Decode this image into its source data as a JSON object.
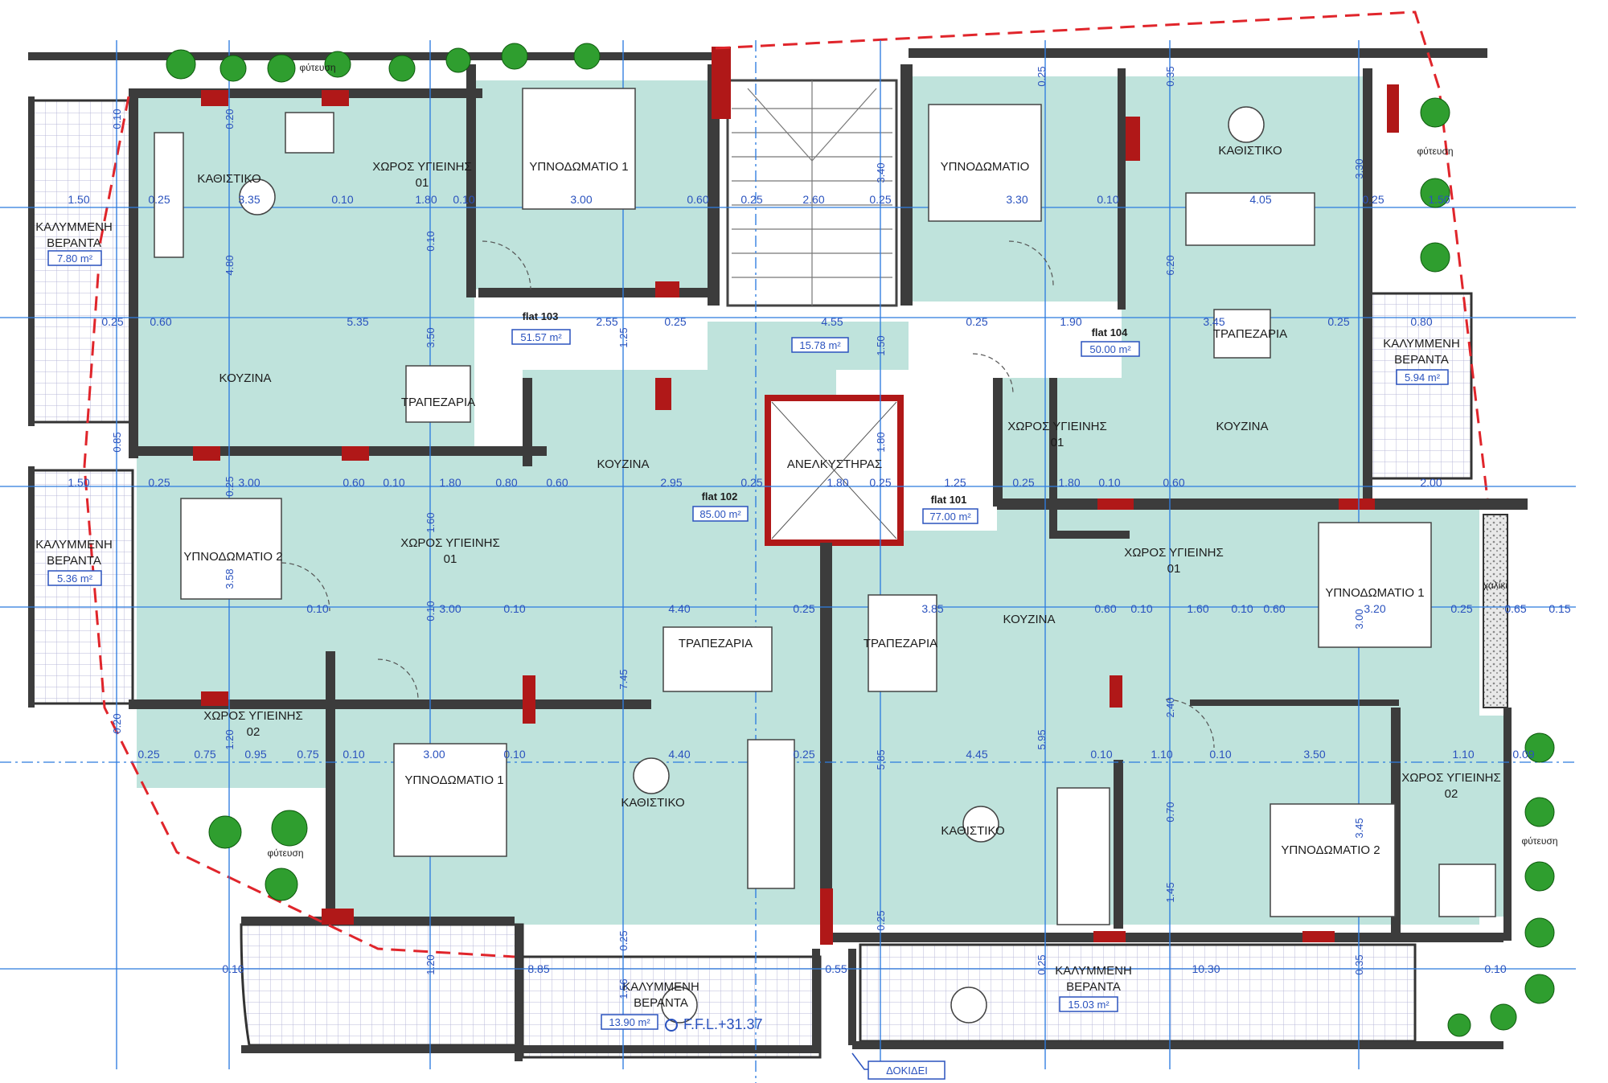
{
  "colors": {
    "room_fill": "#bfe3dc",
    "wall": "#3c3c3c",
    "grid_line": "#2f7de0",
    "boundary": "#e0252b",
    "column": "#b01818",
    "dimension_text": "#2a52be",
    "planting": "#2f9e2f"
  },
  "flats": [
    {
      "label": "flat 103",
      "area": "51.57 m²"
    },
    {
      "label": "flat 104",
      "area": "50.00 m²"
    },
    {
      "label": "flat 102",
      "area": "85.00 m²"
    },
    {
      "label": "flat 101",
      "area": "77.00 m²"
    }
  ],
  "rooms": {
    "living_tl": "ΚΑΘΙΣΤΙΚΟ",
    "bath_tl": "ΧΩΡΟΣ ΥΓΙΕΙΝΗΣ",
    "bath_tl_num": "01",
    "bed_tl": "ΥΠΝΟΔΩΜΑΤΙΟ 1",
    "bed_tc": "ΥΠΝΟΔΩΜΑΤΙΟ",
    "living_tr": "ΚΑΘΙΣΤΙΚΟ",
    "kitchen_tl": "ΚΟΥΖΙΝΑ",
    "dining_tl": "ΤΡΑΠΕΖΑΡΙΑ",
    "dining_tr": "ΤΡΑΠΕΖΑΡΙΑ",
    "kitchen_tr": "ΚΟΥΖΙΝΑ",
    "bath_cr": "ΧΩΡΟΣ ΥΓΙΕΙΝΗΣ",
    "bath_cr_num": "01",
    "kitchen_c": "ΚΟΥΖΙΝΑ",
    "elevator": "ΑΝΕΛΚΥΣΤΗΡΑΣ",
    "bed2_l": "ΥΠΝΟΔΩΜΑΤΙΟ 2",
    "bath_cl": "ΧΩΡΟΣ ΥΓΙΕΙΝΗΣ",
    "bath_cl_num": "01",
    "bath_cr2": "ΧΩΡΟΣ ΥΓΙΕΙΝΗΣ",
    "bath_cr2_num": "01",
    "bed1_r": "ΥΠΝΟΔΩΜΑΤΙΟ 1",
    "kitchen_cr": "ΚΟΥΖΙΝΑ",
    "dining_c": "ΤΡΑΠΕΖΑΡΙΑ",
    "dining_cr": "ΤΡΑΠΕΖΑΡΙΑ",
    "bath_bl": "ΧΩΡΟΣ ΥΓΙΕΙΝΗΣ",
    "bath_bl_num": "02",
    "bed1_bl": "ΥΠΝΟΔΩΜΑΤΙΟ 1",
    "living_bc": "ΚΑΘΙΣΤΙΚΟ",
    "living_br": "ΚΑΘΙΣΤΙΚΟ",
    "bed2_br": "ΥΠΝΟΔΩΜΑΤΙΟ 2",
    "bath_br": "ΧΩΡΟΣ ΥΓΙΕΙΝΗΣ",
    "bath_br_num": "02"
  },
  "verandas": [
    {
      "line1": "ΚΑΛΥΜΜΕΝΗ",
      "line2": "ΒΕΡΑΝΤΑ",
      "area": "7.80 m²"
    },
    {
      "line1": "ΚΑΛΥΜΜΕΝΗ",
      "line2": "ΒΕΡΑΝΤΑ",
      "area": "5.94 m²"
    },
    {
      "line1": "ΚΑΛΥΜΜΕΝΗ",
      "line2": "ΒΕΡΑΝΤΑ",
      "area": "5.36 m²"
    },
    {
      "line1": "ΚΑΛΥΜΜΕΝΗ",
      "line2": "ΒΕΡΑΝΤΑ",
      "area": "13.90 m²"
    },
    {
      "line1": "ΚΑΛΥΜΜΕΝΗ",
      "line2": "ΒΕΡΑΝΤΑ",
      "area": "15.03 m²"
    }
  ],
  "stair_area": "15.78 m²",
  "planting_label": "φύτευση",
  "gravel_label": "χαλίκι",
  "ffl": "F.F.L.+31.37",
  "beam_label": "ΔΟΚΙΔΕΙ",
  "dims_h": [
    "1.50",
    "0.25",
    "3.35",
    "0.10",
    "1.80",
    "0.10",
    "3.00",
    "0.60",
    "0.25",
    "2.60",
    "0.25",
    "3.30",
    "0.10",
    "4.05",
    "0.25",
    "1.50",
    "0.25",
    "0.60",
    "5.35",
    "2.55",
    "0.25",
    "4.55",
    "0.25",
    "1.90",
    "3.45",
    "0.25",
    "0.80",
    "1.50",
    "0.25",
    "3.00",
    "0.60",
    "0.10",
    "1.80",
    "0.80",
    "0.60",
    "2.95",
    "0.25",
    "1.80",
    "0.25",
    "1.25",
    "0.25",
    "1.80",
    "0.10",
    "0.60",
    "2.00",
    "0.10",
    "3.00",
    "0.10",
    "4.40",
    "0.25",
    "3.85",
    "0.60",
    "0.10",
    "1.60",
    "0.10",
    "0.60",
    "3.20",
    "0.25",
    "0.65",
    "0.15",
    "0.25",
    "0.75",
    "0.95",
    "0.75",
    "0.10",
    "3.00",
    "0.10",
    "4.40",
    "0.25",
    "4.45",
    "0.10",
    "1.10",
    "0.10",
    "3.50",
    "1.10",
    "0.09",
    "0.10",
    "8.85",
    "0.55",
    "10.30",
    "0.10"
  ],
  "dims_v": [
    "0.10",
    "0.20",
    "4.80",
    "0.10",
    "3.50",
    "1.25",
    "0.85",
    "0.25",
    "3.58",
    "0.10",
    "7.45",
    "5.85",
    "5.95",
    "2.40",
    "3.45",
    "1.20",
    "1.56",
    "0.25",
    "3.40",
    "6.20",
    "3.30",
    "0.25",
    "0.35",
    "1.50",
    "1.80",
    "1.60",
    "3.00",
    "1.20",
    "0.35",
    "0.20",
    "0.70",
    "1.45",
    "0.25",
    "0.25"
  ]
}
